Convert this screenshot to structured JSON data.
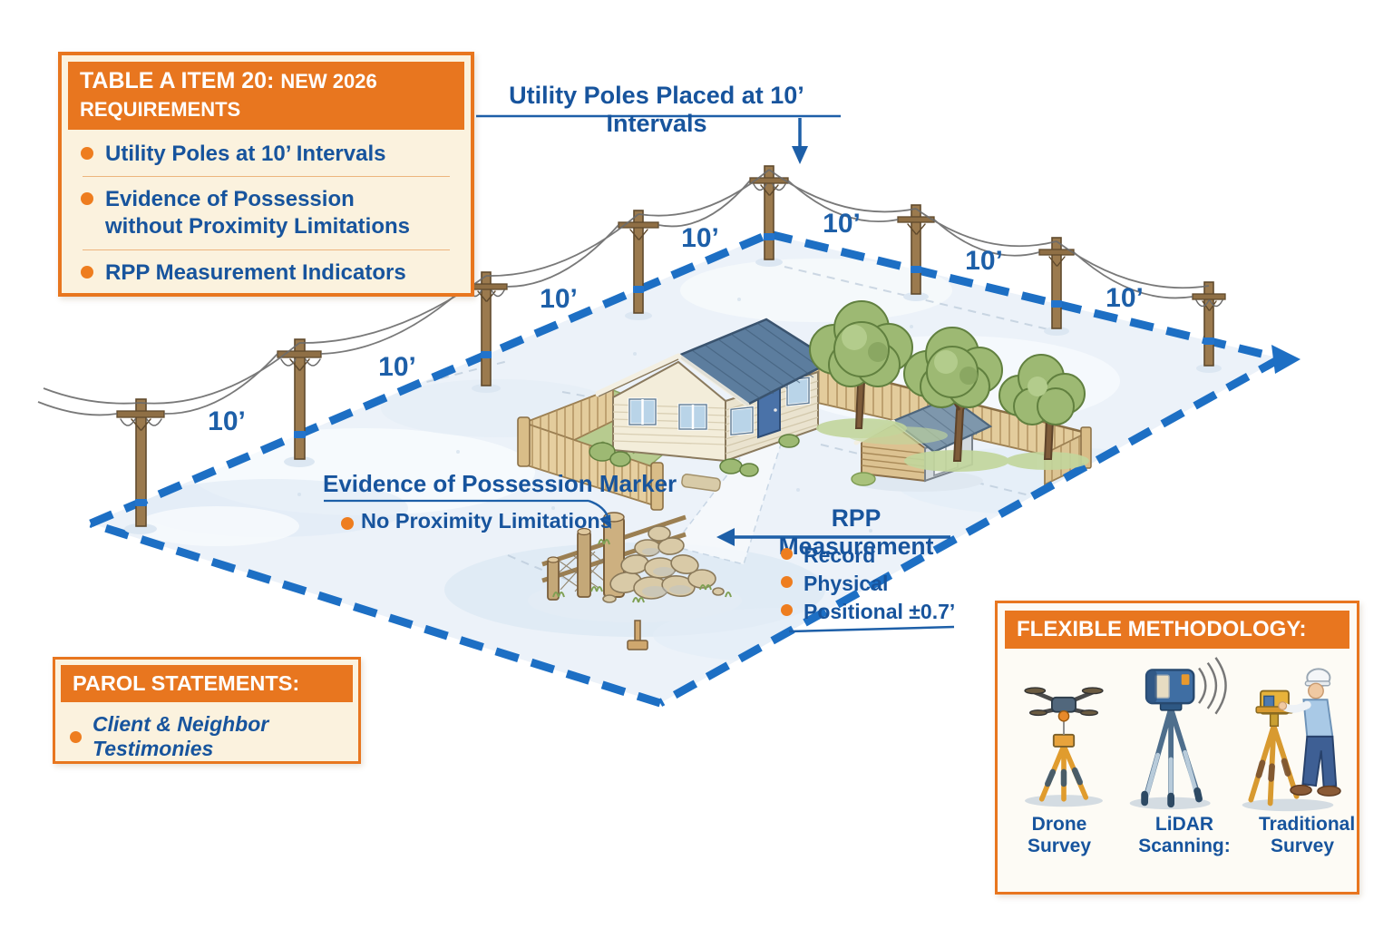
{
  "colors": {
    "orange": "#E8761F",
    "blue_text": "#17549D",
    "boundary_blue": "#1D6FC4",
    "cream": "#FBF2DE"
  },
  "requirements_box": {
    "title_main": "TABLE A ITEM 20:",
    "title_sub": "NEW 2026 REQUIREMENTS",
    "items": [
      {
        "lines": [
          "Utility Poles at 10’ Intervals"
        ]
      },
      {
        "lines": [
          "Evidence of Possession",
          "without Proximity Limitations"
        ]
      },
      {
        "lines": [
          "RPP Measurement Indicators"
        ]
      }
    ]
  },
  "annotations": {
    "utility_poles": "Utility Poles Placed at 10’ Intervals",
    "interval_label": "10’",
    "possession_marker_title": "Evidence of Possession Marker",
    "possession_marker_bullet": "No Proximity Limitations",
    "rpp_title": "RPP Measurement",
    "rpp_bullets": [
      "Record",
      "Physical",
      "Positional ±0.7’"
    ]
  },
  "parol_box": {
    "title": "PAROL STATEMENTS:",
    "bullet": "Client & Neighbor Testimonies"
  },
  "methodology_box": {
    "title": "FLEXIBLE METHODOLOGY:",
    "methods": [
      {
        "label": "Drone Survey",
        "icon": "drone-icon"
      },
      {
        "label": "LiDAR Scanning:",
        "icon": "lidar-scanner-icon"
      },
      {
        "label": "Traditional Survey",
        "icon": "total-station-surveyor-icon"
      }
    ]
  }
}
